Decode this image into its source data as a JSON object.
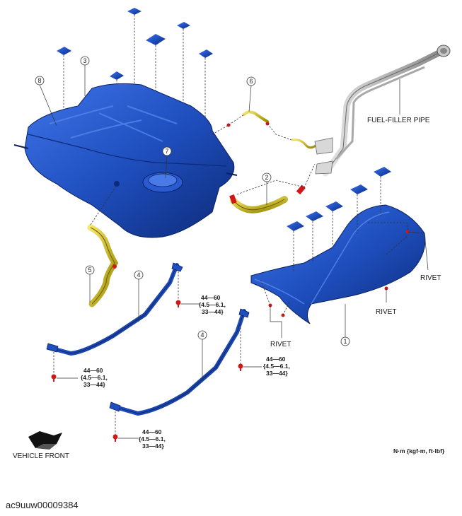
{
  "labels": {
    "fuel_filler_pipe": "FUEL-FILLER PIPE",
    "rivet": "RIVET",
    "vehicle_front": "VEHICLE FRONT",
    "units": "N·m {kgf·m, ft·lbf}"
  },
  "torque": {
    "line1": "44—60",
    "line2": "{4.5—6.1,",
    "line3": "33—44}"
  },
  "callouts": [
    "1",
    "2",
    "3",
    "4",
    "5",
    "6",
    "7",
    "8"
  ],
  "doc_id": "ac9uuw00009384",
  "colors": {
    "tank_blue": "#1f4fbf",
    "part_yellow": "#c8b400",
    "bolt_red": "#d01818",
    "pipe_grey": "#b8b8b8"
  }
}
